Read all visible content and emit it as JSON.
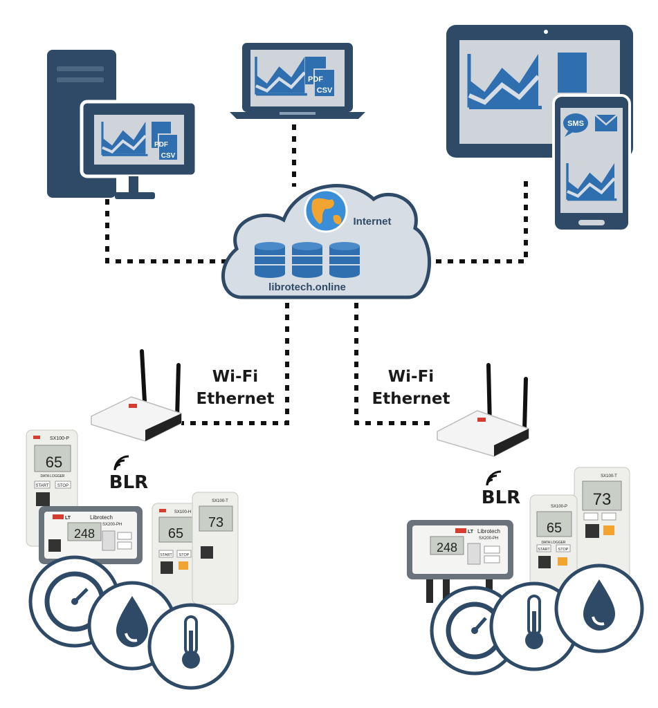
{
  "cloud": {
    "label": "librotech.online",
    "internet_label": "Internet"
  },
  "links": {
    "left_label_1": "Wi-Fi",
    "left_label_2": "Ethernet",
    "right_label_1": "Wi-Fi",
    "right_label_2": "Ethernet"
  },
  "badges": {
    "blr_left": "BLR",
    "blr_right": "BLR"
  },
  "docs": {
    "pdf": "PDF",
    "csv": "CSV",
    "sms": "SMS"
  },
  "devices": {
    "logger_sx100p": "SX100-P",
    "logger_sx100t": "SX100-T",
    "logger_sx100h": "SX100-H",
    "logger_start": "START",
    "logger_stop": "STOP",
    "logger_caption": "DATA LOGGER",
    "brand": "Librotech",
    "brand_short": "LT",
    "reading_65": "65",
    "reading_73": "73",
    "reading_248": "248",
    "sx200": "SX200-PH"
  },
  "colors": {
    "navy": "#2e4a66",
    "blue": "#2f6fb0",
    "screen": "#cfd4da",
    "frame": "#3a4a5c",
    "cloud_fill": "#d7dde4"
  }
}
